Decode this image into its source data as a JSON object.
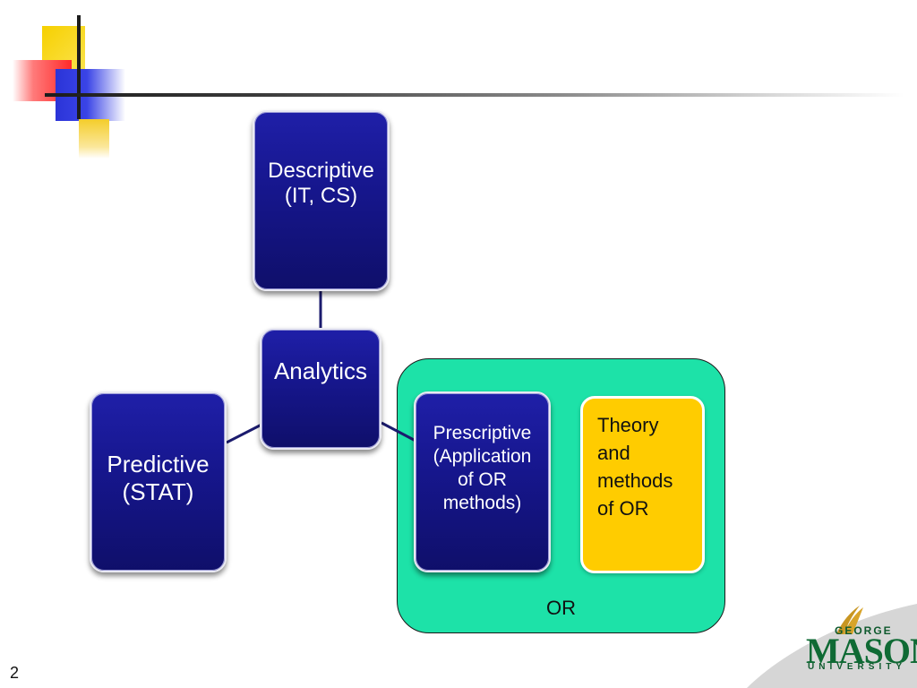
{
  "slide": {
    "page_number": "2"
  },
  "diagram": {
    "nodes": {
      "descriptive": "Descriptive\n(IT, CS)",
      "analytics": "Analytics",
      "predictive": "Predictive\n(STAT)",
      "prescriptive": "Prescriptive\n(Application\nof OR\nmethods)",
      "theory": "Theory\nand\nmethods\nof OR"
    },
    "group_label": "OR"
  },
  "logo": {
    "line1": "GEORGE",
    "line2": "MASON",
    "line3": "UNIVERSITY"
  },
  "colors": {
    "node_blue": "#16168c",
    "group_green": "#1de2a8",
    "theory_yellow": "#ffcc00",
    "logo_green": "#0f6a34",
    "logo_gold": "#d8a42a"
  }
}
